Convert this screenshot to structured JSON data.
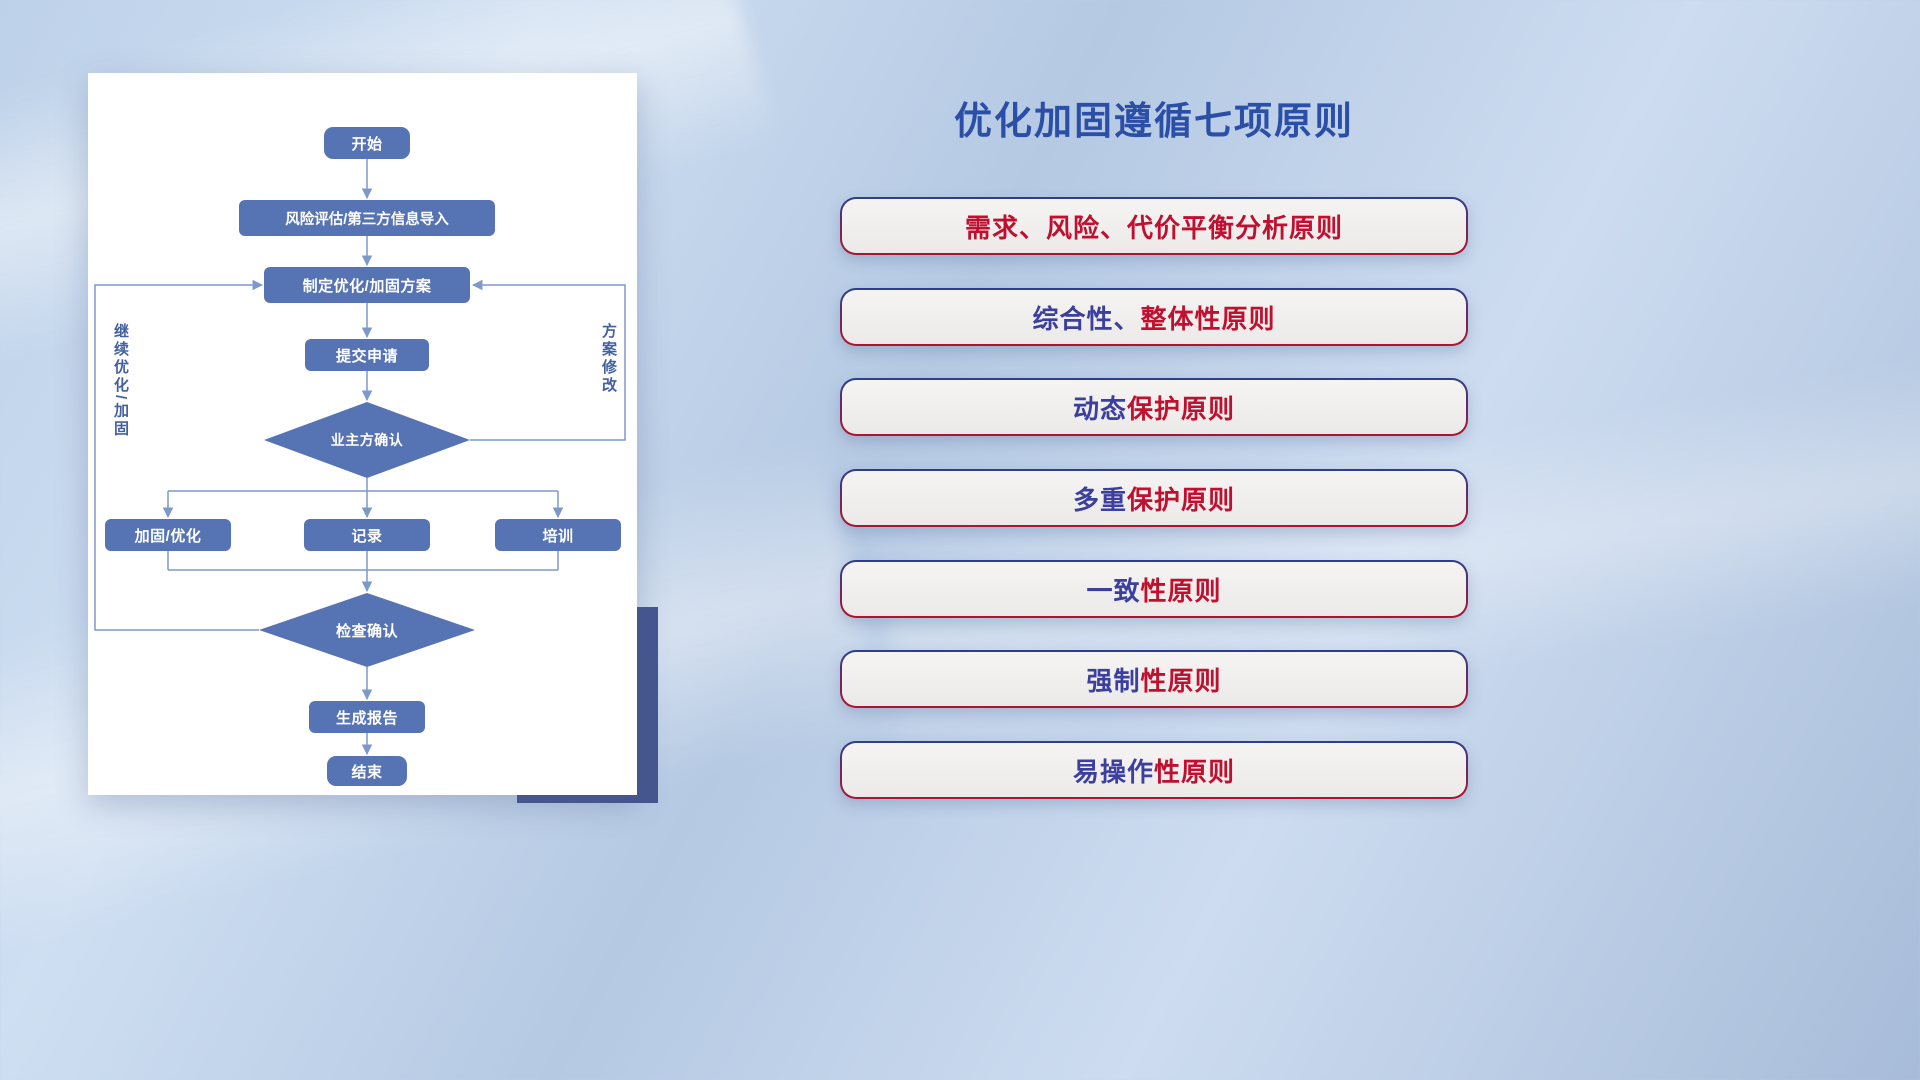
{
  "colors": {
    "title-blue": "#2b4ea6",
    "principle-red": "#c01030",
    "principle-purple": "#3b3f9e",
    "node-blue": "#5673b4",
    "line-blue": "#7d99cc",
    "accent-navy": "#46568f",
    "box-border-top": "#2c3f8e",
    "box-border-bottom": "#b01330"
  },
  "flowchart": {
    "nodes": {
      "start": "开始",
      "risk_import": "风险评估/第三方信息导入",
      "make_plan": "制定优化/加固方案",
      "submit": "提交申请",
      "owner_confirm": "业主方确认",
      "harden": "加固/优化",
      "record": "记录",
      "training": "培训",
      "check_confirm": "检查确认",
      "report": "生成报告",
      "end": "结束"
    },
    "edge_labels": {
      "continue_loop": "继续优化/加固",
      "plan_revise": "方案修改"
    }
  },
  "panel": {
    "title": "优化加固遵循七项原则",
    "principles": [
      {
        "lead": "",
        "rest": "需求、风险、代价平衡分析原则"
      },
      {
        "lead": "综合性、",
        "rest": "整体性原则"
      },
      {
        "lead": "动态",
        "rest": "保护原则"
      },
      {
        "lead": "多重",
        "rest": "保护原则"
      },
      {
        "lead": "一致",
        "rest": "性原则"
      },
      {
        "lead": "强制",
        "rest": "性原则"
      },
      {
        "lead": "易操作",
        "rest": "性原则"
      }
    ]
  }
}
